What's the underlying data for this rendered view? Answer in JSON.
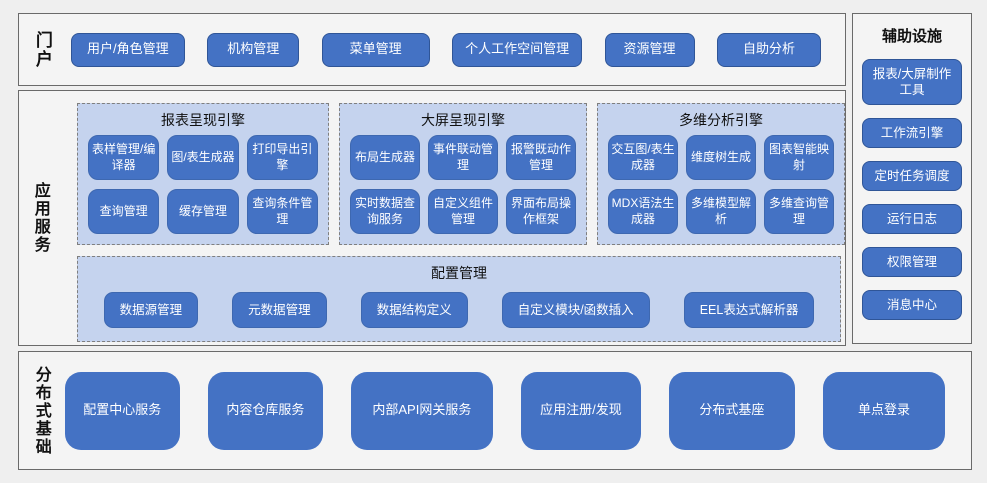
{
  "colors": {
    "btn_fill": "#4472C4",
    "btn_border": "#2F5597",
    "panel_fill": "#C5D3EE",
    "panel_border": "#7F7F7F",
    "box_fill": "#F4F4F4",
    "box_border": "#6A6A6A",
    "page_bg": "#EFEFEF",
    "text_dark": "#111111",
    "text_light": "#FFFFFF"
  },
  "portal": {
    "label": "门户",
    "items": [
      "用户/角色管理",
      "机构管理",
      "菜单管理",
      "个人工作空间管理",
      "资源管理",
      "自助分析"
    ]
  },
  "app_services": {
    "label": "应用服务",
    "engines": [
      {
        "title": "报表呈现引擎",
        "items": [
          "表样管理/编译器",
          "图/表生成器",
          "打印导出引擎",
          "查询管理",
          "缓存管理",
          "查询条件管理"
        ]
      },
      {
        "title": "大屏呈现引擎",
        "items": [
          "布局生成器",
          "事件联动管理",
          "报警既动作管理",
          "实时数据查询服务",
          "自定义组件管理",
          "界面布局操作框架"
        ]
      },
      {
        "title": "多维分析引擎",
        "items": [
          "交互图/表生成器",
          "维度树生成",
          "图表智能映射",
          "MDX语法生成器",
          "多维模型解析",
          "多维查询管理"
        ]
      }
    ],
    "config": {
      "title": "配置管理",
      "items": [
        "数据源管理",
        "元数据管理",
        "数据结构定义",
        "自定义模块/函数插入",
        "EEL表达式解析器"
      ]
    }
  },
  "auxiliary": {
    "label": "辅助设施",
    "items": [
      "报表/大屏制作工具",
      "工作流引擎",
      "定时任务调度",
      "运行日志",
      "权限管理",
      "消息中心"
    ]
  },
  "distributed": {
    "label": "分布式基础",
    "items": [
      "配置中心服务",
      "内容仓库服务",
      "内部API网关服务",
      "应用注册/发现",
      "分布式基座",
      "单点登录"
    ]
  }
}
